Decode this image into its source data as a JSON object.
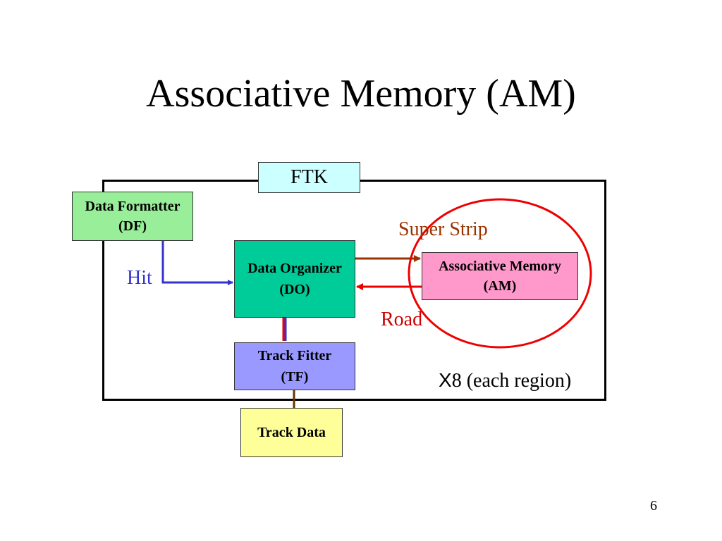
{
  "title": "Associative Memory (AM)",
  "diagram": {
    "container": {
      "label": "FTK"
    },
    "blocks": {
      "data_formatter": {
        "line1": "Data Formatter",
        "line2": "(DF)"
      },
      "data_organizer": {
        "line1": "Data Organizer",
        "line2": "(DO)"
      },
      "associative_memory": {
        "line1": "Associative Memory",
        "line2": "(AM)"
      },
      "track_fitter": {
        "line1": "Track Fitter",
        "line2": "(TF)"
      },
      "track_data": {
        "label": "Track Data"
      }
    },
    "edge_labels": {
      "hit": "Hit",
      "super_strip": "Super Strip",
      "road": "Road"
    },
    "multiplicity": {
      "prefix": "X",
      "text": "8 (each region)"
    },
    "colors": {
      "ftk": "#ccffff",
      "data_formatter": "#99ee99",
      "data_organizer": "#00cc99",
      "associative_memory": "#ff99cc",
      "track_fitter": "#9999ff",
      "track_data": "#ffff99",
      "hit_arrow": "#3333cc",
      "super_strip_arrow": "#993300",
      "road_arrow": "#ee0000",
      "highlight_circle": "#ee0000"
    }
  },
  "page_number": "6"
}
